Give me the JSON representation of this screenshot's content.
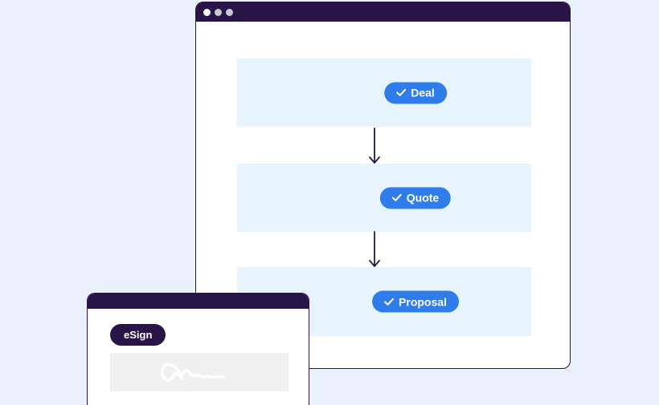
{
  "page": {
    "background_color": "#ebf1fc"
  },
  "colors": {
    "titlebar_dark_purple": "#281446",
    "window_border": "#281446",
    "step_band_blue": "#e8f4fd",
    "pill_blue": "#2f7deb",
    "pill_text": "#ffffff",
    "arrow_dark": "#241a44",
    "signature_box_gray": "#f0f0f0",
    "dot_white": "#ffffff",
    "dot_gray": "#c9c9d2"
  },
  "flow_window": {
    "titlebar": {
      "dots": [
        "dot-white",
        "dot-gray",
        "dot-gray"
      ]
    },
    "steps": [
      {
        "label": "Deal",
        "icon": "check-icon"
      },
      {
        "label": "Quote",
        "icon": "check-icon"
      },
      {
        "label": "Proposal",
        "icon": "check-icon"
      }
    ],
    "connectors": [
      "arrow-down-icon",
      "arrow-down-icon"
    ]
  },
  "esign_window": {
    "badge_label": "eSign",
    "signature_field": "signature-scribble-icon"
  }
}
